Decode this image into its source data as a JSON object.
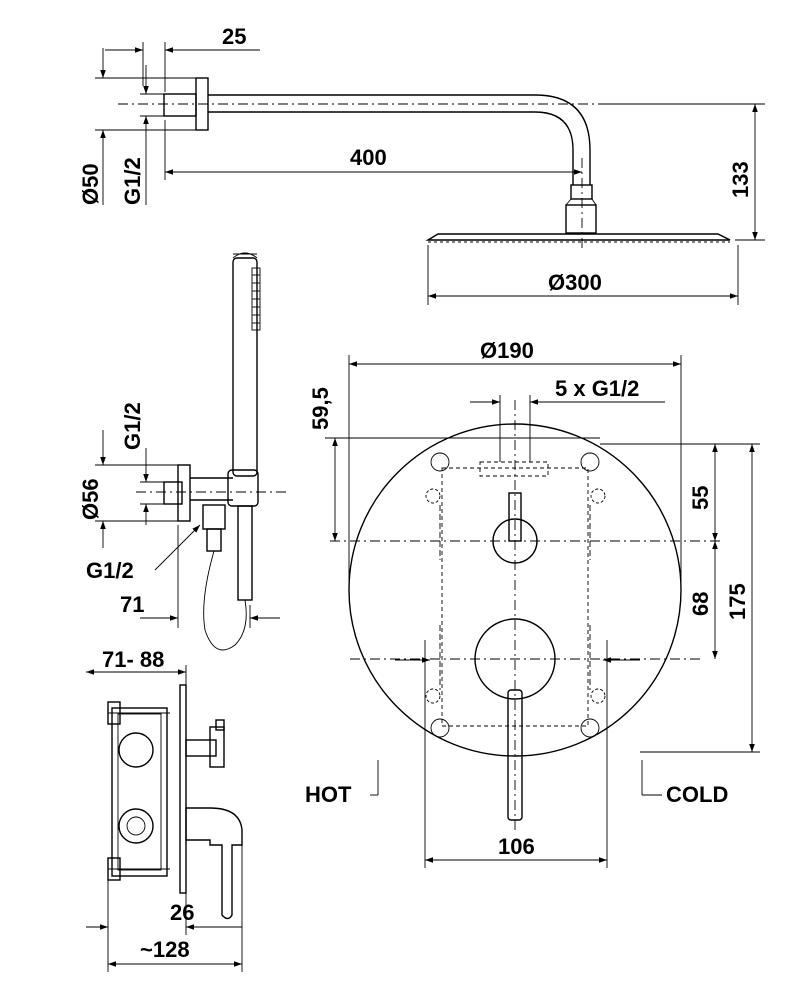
{
  "dimensions": {
    "arm_thread_offset": "25",
    "arm_length": "400",
    "head_drop": "133",
    "head_diameter": "Ø300",
    "wall_flange_diameter": "Ø50",
    "arm_thread": "G1/2",
    "plate_diameter": "Ø190",
    "outlets": "5 x G1/2",
    "top_offset": "59,5",
    "upper_spacing": "55",
    "lower_spacing": "68",
    "total_height": "175",
    "inlet_spacing": "106",
    "hot_label": "HOT",
    "cold_label": "COLD",
    "handshower_thread_top": "G1/2",
    "handshower_flange_diameter": "Ø56",
    "handshower_thread_bottom": "G1/2",
    "handshower_projection": "71",
    "body_depth_range": "71- 88",
    "lever_offset": "26",
    "overall_depth": "~128"
  }
}
